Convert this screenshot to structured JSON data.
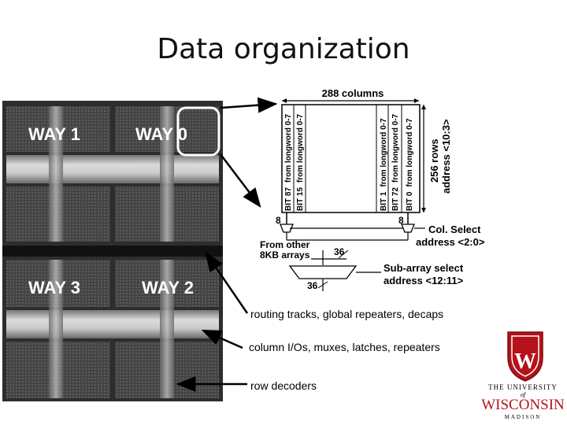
{
  "slide": {
    "title": "Data organization"
  },
  "die_photo": {
    "way_labels": [
      "WAY 1",
      "WAY 0",
      "WAY 3",
      "WAY 2"
    ]
  },
  "array": {
    "columns_label": "288 columns",
    "rows_label": "256 rows",
    "rows_address": "address <10:3>",
    "left_columns": [
      {
        "bit": "BIT 87",
        "source": "from longword 0-7"
      },
      {
        "bit": "BIT 15",
        "source": "from longword 0-7"
      }
    ],
    "right_columns": [
      {
        "bit": "BIT 1",
        "source": "from longword 0-7"
      },
      {
        "bit": "BIT 72",
        "source": "from longword 0-7"
      },
      {
        "bit": "BIT 0",
        "source": "from longword 0-7"
      }
    ],
    "left_bus_width": "8",
    "right_bus_width": "8",
    "col_select_label": "Col. Select",
    "col_select_address": "address <2:0>",
    "from_other_line1": "From other",
    "from_other_line2": "8KB arrays",
    "mux_in_width": "36",
    "mux_out_width": "36",
    "subarray_label": "Sub-array select",
    "subarray_address": "address <12:11>"
  },
  "annotations": [
    "routing tracks, global repeaters, decaps",
    "column I/Os, muxes, latches, repeaters",
    "row decoders"
  ],
  "logo": {
    "line1": "THE UNIVERSITY",
    "line2": "of",
    "line3": "WISCONSIN",
    "line4": "MADISON",
    "mark": "W"
  },
  "colors": {
    "crest_red": "#b5121b",
    "logo_red": "#b5121b"
  }
}
